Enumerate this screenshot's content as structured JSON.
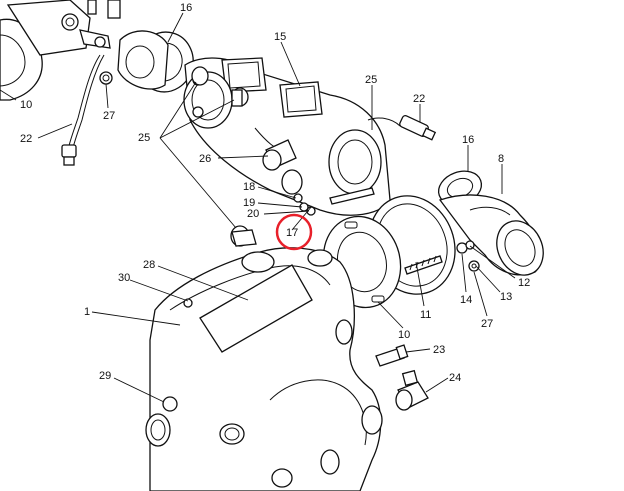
{
  "callouts": {
    "c16a": "16",
    "c15": "15",
    "c10a": "10",
    "c27a": "27",
    "c22a": "22",
    "c25a": "25",
    "c22b": "22",
    "c25b": "25",
    "c26": "26",
    "c16b": "16",
    "c8": "8",
    "c18": "18",
    "c19": "19",
    "c20": "20",
    "c17": "17",
    "c28": "28",
    "c30": "30",
    "c1": "1",
    "c14": "14",
    "c11": "11",
    "c10b": "10",
    "c27b": "27",
    "c13": "13",
    "c12": "12",
    "c23": "23",
    "c29": "29",
    "c24": "24"
  },
  "highlight": {
    "target": "17",
    "color": "#e8202a"
  }
}
